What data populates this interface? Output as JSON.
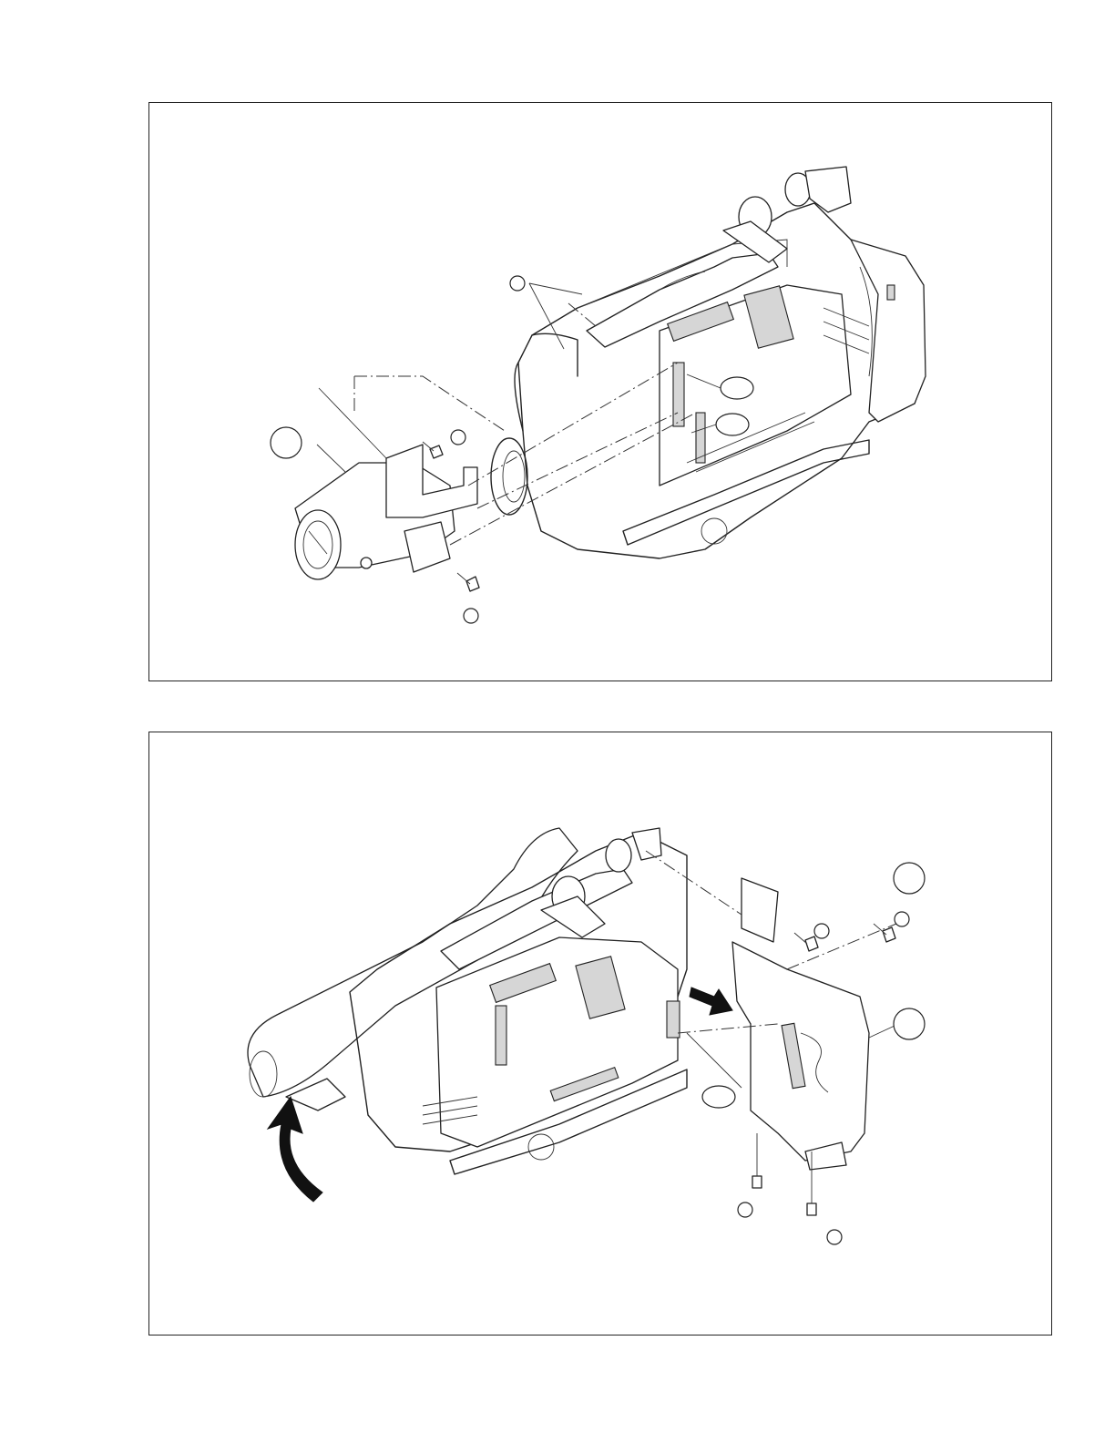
{
  "figures": [
    {
      "id": "top",
      "callouts": [
        {
          "label": "",
          "shape": "circle"
        },
        {
          "label": "",
          "shape": "circle"
        },
        {
          "label": "",
          "shape": "circle"
        },
        {
          "label": "",
          "shape": "circle"
        },
        {
          "label": "",
          "shape": "ellipse"
        },
        {
          "label": "",
          "shape": "ellipse"
        }
      ]
    },
    {
      "id": "bottom",
      "callouts": [
        {
          "label": "",
          "shape": "circle"
        },
        {
          "label": "",
          "shape": "circle"
        },
        {
          "label": "",
          "shape": "circle"
        },
        {
          "label": "",
          "shape": "circle"
        },
        {
          "label": "",
          "shape": "circle"
        },
        {
          "label": "",
          "shape": "circle"
        },
        {
          "label": "",
          "shape": "ellipse"
        }
      ]
    }
  ],
  "colors": {
    "line": "#222222",
    "background": "#ffffff",
    "shade": "#d6d6d6"
  }
}
